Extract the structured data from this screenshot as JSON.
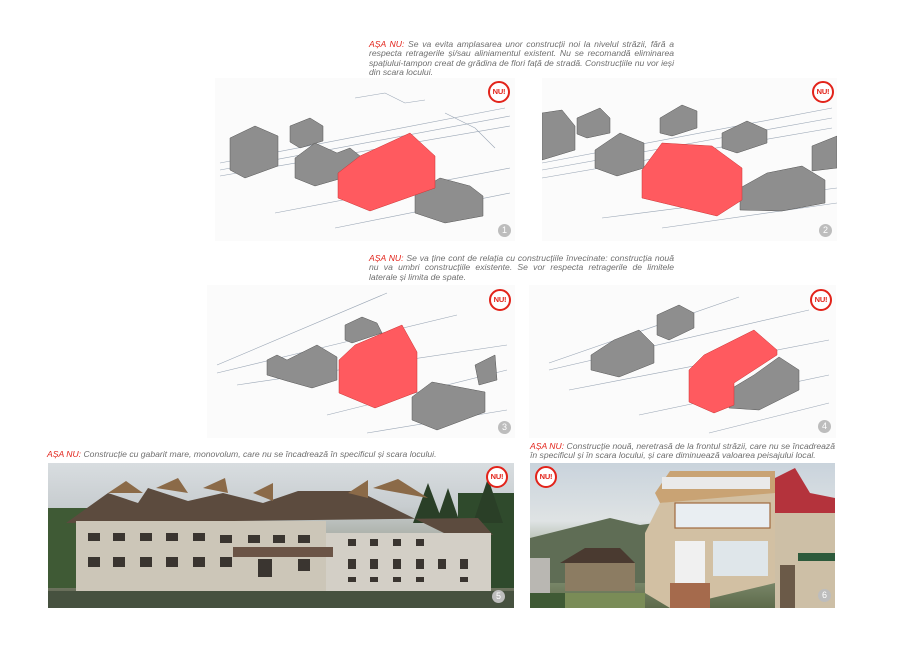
{
  "captions": [
    {
      "lead": "AȘA NU:",
      "text": " Se va evita amplasarea unor construcții noi la nivelul străzii, fără a respecta retragerile și/sau aliniamentul existent. Nu se recomandă eliminarea spațiului-tampon creat de grădina de flori față de stradă. Construcțiile nu vor ieși din scara locului."
    },
    {
      "lead": "AȘA NU:",
      "text": " Se va ține cont de relația cu construcțiile învecinate: construcția nouă nu va umbri construcțiile existente.  Se vor respecta retragerile de limitele laterale și limita de spate."
    },
    {
      "lead": "AȘA NU:",
      "text": " Construcție cu gabarit mare, monovolum, care nu se încadrează în specificul și scara locului."
    },
    {
      "lead": "AȘA NU:",
      "text": " Construcție nouă, neretrasă de la frontul străzii, care nu se încadrează în specificul și în scara locului, și care diminuează valoarea peisajului local."
    }
  ],
  "panels": [
    {
      "id": 1,
      "type": "sketch",
      "badge": "NU!",
      "number": "1"
    },
    {
      "id": 2,
      "type": "sketch",
      "badge": "NU!",
      "number": "2"
    },
    {
      "id": 3,
      "type": "sketch",
      "badge": "NU!",
      "number": "3"
    },
    {
      "id": 4,
      "type": "sketch",
      "badge": "NU!",
      "number": "4"
    },
    {
      "id": 5,
      "type": "photo",
      "badge": "NU!",
      "number": "5"
    },
    {
      "id": 6,
      "type": "photo",
      "badge": "NU!",
      "number": "6"
    }
  ],
  "colors": {
    "accent_red": "#e2231a",
    "new_building_red": "#ff5a5f",
    "existing_building_gray": "#8e8e8e",
    "caption_gray": "#6f6f6f"
  }
}
